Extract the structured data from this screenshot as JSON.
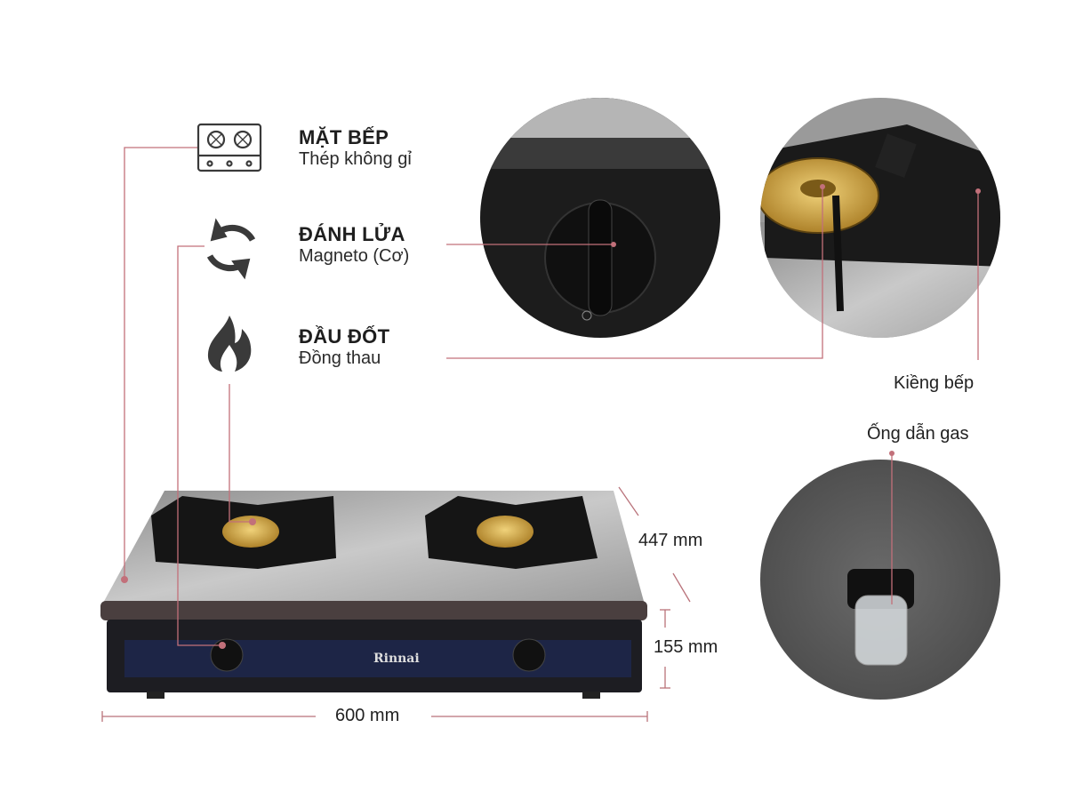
{
  "features": [
    {
      "title": "MẶT BẾP",
      "value": "Thép không gỉ",
      "icon": "stove-top-icon"
    },
    {
      "title": "ĐÁNH LỬA",
      "value": "Magneto (Cơ)",
      "icon": "refresh-icon"
    },
    {
      "title": "ĐẦU ĐỐT",
      "value": "Đồng thau",
      "icon": "flame-icon"
    }
  ],
  "callouts": {
    "pan_support": "Kiềng bếp",
    "gas_pipe": "Ống dẫn gas"
  },
  "dimensions": {
    "width": "600 mm",
    "depth": "447 mm",
    "height": "155 mm"
  },
  "brand": "Rinnai",
  "colors": {
    "leader": "#c2707a",
    "icon": "#3a3a3a"
  }
}
